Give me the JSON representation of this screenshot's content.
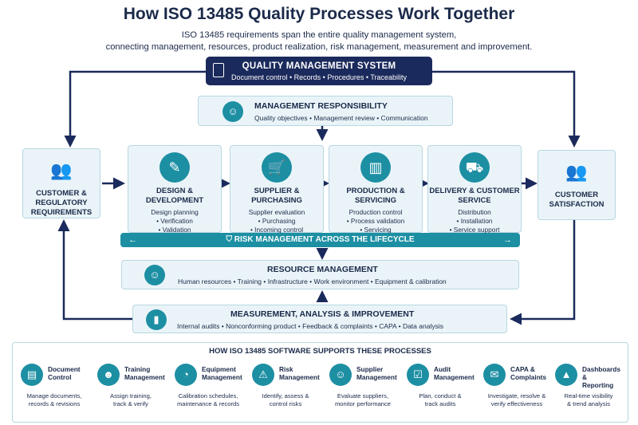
{
  "header": {
    "title": "How ISO 13485 Quality Processes Work Together",
    "subtitle_line1": "ISO 13485 requirements span the entire quality management system,",
    "subtitle_line2": "connecting management, resources, product realization, risk management, measurement and improvement."
  },
  "qms": {
    "title": "QUALITY MANAGEMENT SYSTEM",
    "items": "Document control  •  Records  •  Procedures  •  Traceability"
  },
  "management": {
    "title": "MANAGEMENT RESPONSIBILITY",
    "items": "Quality objectives  •  Management review  •  Communication"
  },
  "customer_requirements": {
    "title": "CUSTOMER & REGULATORY REQUIREMENTS"
  },
  "customer_satisfaction": {
    "title": "CUSTOMER SATISFACTION"
  },
  "stages": [
    {
      "title": "DESIGN & DEVELOPMENT",
      "items": [
        "Design planning",
        "• Verification",
        "• Validation"
      ],
      "icon": "pencil-ruler-icon"
    },
    {
      "title": "SUPPLIER & PURCHASING",
      "items": [
        "Supplier evaluation",
        "• Purchasing",
        "• Incoming control"
      ],
      "icon": "cart-icon"
    },
    {
      "title": "PRODUCTION & SERVICING",
      "items": [
        "Production control",
        "• Process validation",
        "• Servicing"
      ],
      "icon": "factory-icon"
    },
    {
      "title": "DELIVERY & CUSTOMER SERVICE",
      "items": [
        "Distribution",
        "• Installation",
        "• Service support"
      ],
      "icon": "truck-icon"
    }
  ],
  "risk": {
    "title": "RISK MANAGEMENT ACROSS THE LIFECYCLE"
  },
  "resource": {
    "title": "RESOURCE MANAGEMENT",
    "items": "Human resources  •  Training  •  Infrastructure  •  Work environment  •  Equipment & calibration"
  },
  "measurement": {
    "title": "MEASUREMENT, ANALYSIS & IMPROVEMENT",
    "items": "Internal audits  •  Nonconforming product  •  Feedback & complaints  •  CAPA  •  Data analysis"
  },
  "software": {
    "title": "HOW ISO 13485 SOFTWARE SUPPORTS THESE PROCESSES",
    "cards": [
      {
        "name1": "Document",
        "name2": "Control",
        "desc1": "Manage documents,",
        "desc2": "records & revisions",
        "icon": "document-icon"
      },
      {
        "name1": "Training",
        "name2": "Management",
        "desc1": "Assign training,",
        "desc2": "track & verify",
        "icon": "person-icon"
      },
      {
        "name1": "Equipment",
        "name2": "Management",
        "desc1": "Calibration schedules,",
        "desc2": "maintenance & records",
        "icon": "gauge-icon"
      },
      {
        "name1": "Risk",
        "name2": "Management",
        "desc1": "Identify, assess &",
        "desc2": "control risks",
        "icon": "warning-icon"
      },
      {
        "name1": "Supplier",
        "name2": "Management",
        "desc1": "Evaluate suppliers,",
        "desc2": "monitor performance",
        "icon": "group-icon"
      },
      {
        "name1": "Audit",
        "name2": "Management",
        "desc1": "Plan, conduct &",
        "desc2": "track audits",
        "icon": "clipboard-icon"
      },
      {
        "name1": "CAPA &",
        "name2": "Complaints",
        "desc1": "Investigate, resolve &",
        "desc2": "verify effectiveness",
        "icon": "chat-icon"
      },
      {
        "name1": "Dashboards &",
        "name2": "Reporting",
        "desc1": "Real-time visibility",
        "desc2": "& trend analysis",
        "icon": "chart-icon"
      }
    ]
  },
  "colors": {
    "navy": "#1b2a5c",
    "teal": "#1d8fa3",
    "panel": "#eaf4f8"
  }
}
